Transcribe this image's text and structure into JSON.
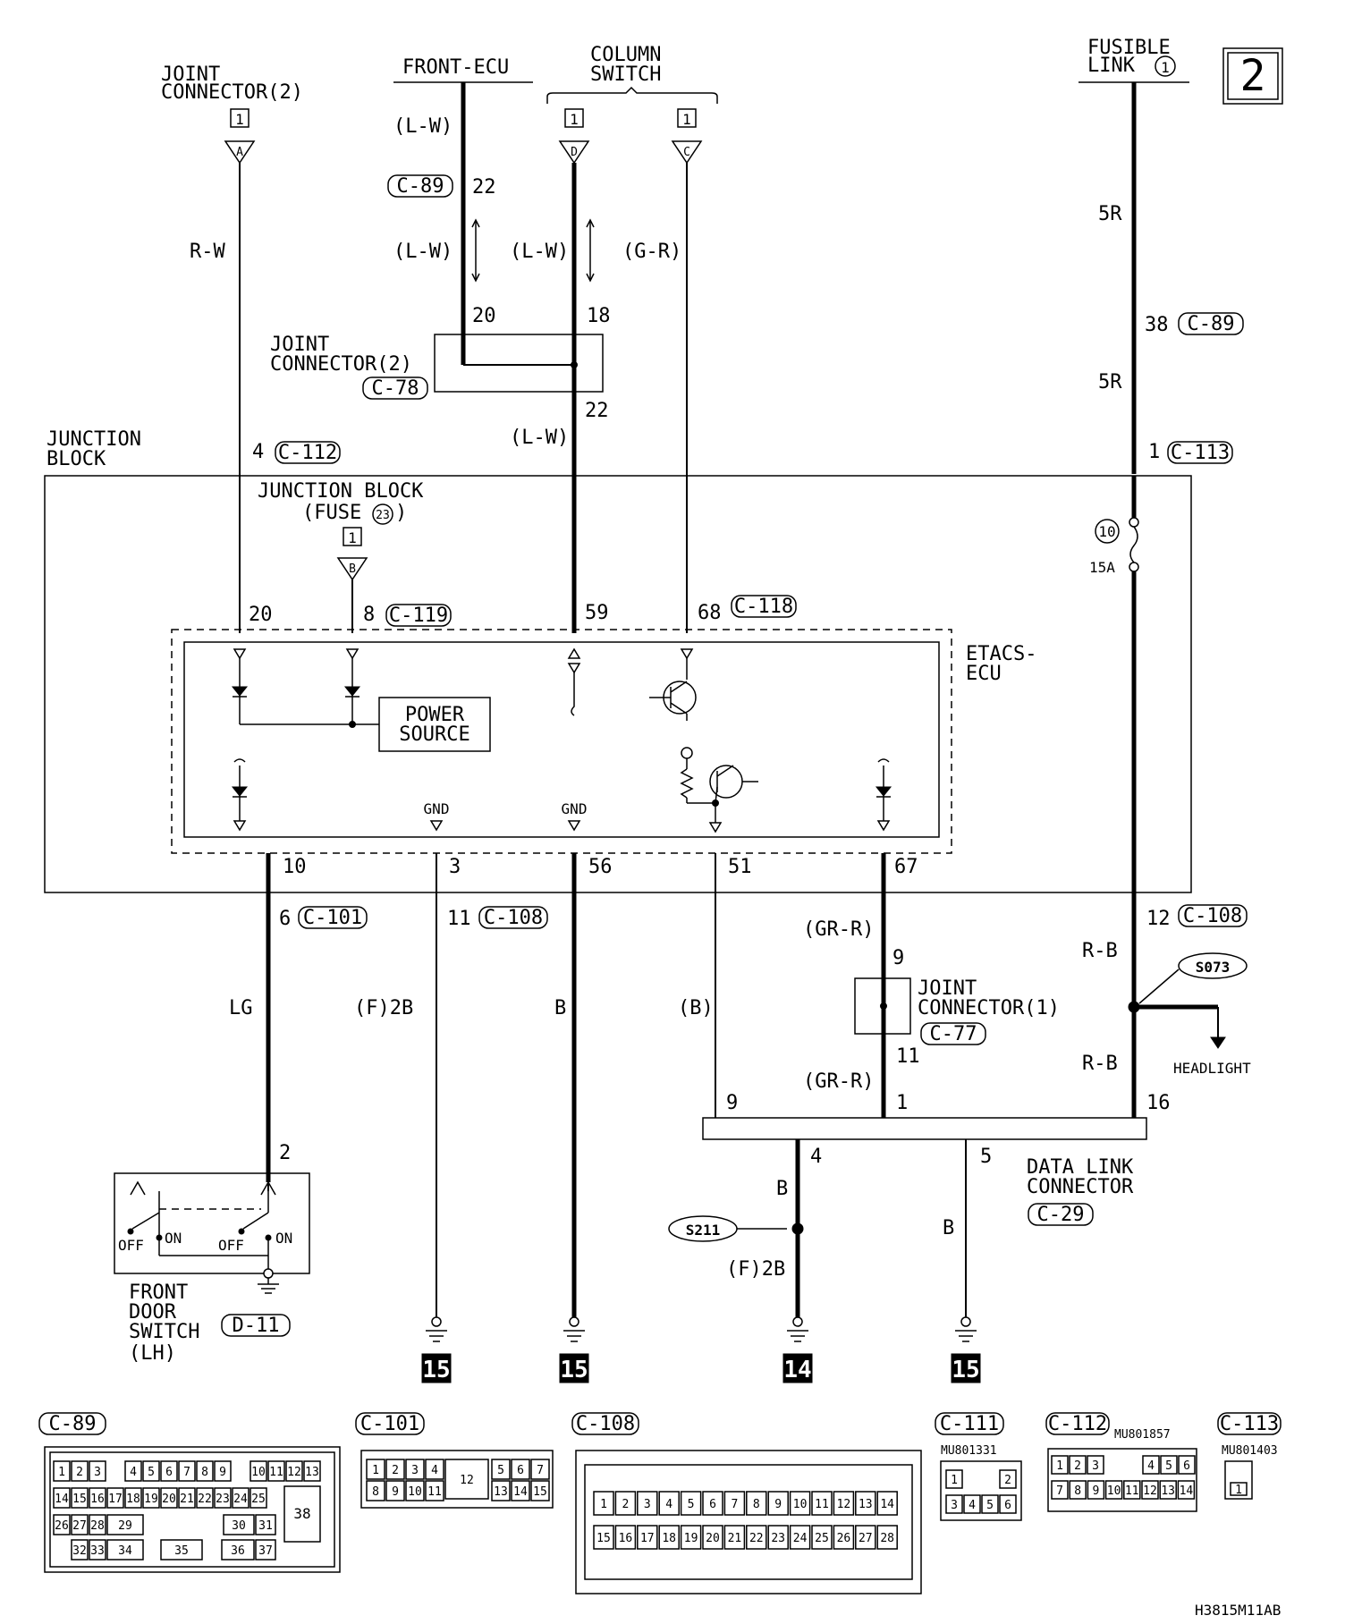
{
  "page_number": "2",
  "drawing_code": "H3815M11AB",
  "top_labels": {
    "joint_connector_2": [
      "JOINT",
      "CONNECTOR(2)"
    ],
    "front_ecu": "FRONT-ECU",
    "column_switch": [
      "COLUMN",
      "SWITCH"
    ],
    "fusible_link": [
      "FUSIBLE",
      "LINK"
    ],
    "fusible_link_num": "1"
  },
  "page_refs": {
    "a": "1",
    "d": "1",
    "c": "1",
    "b": "1"
  },
  "inputs": {
    "a": "A",
    "d": "D",
    "c": "C",
    "b": "B"
  },
  "wires": {
    "rw": "R-W",
    "lw1": "(L-W)",
    "lw2": "(L-W)",
    "lw3": "(L-W)",
    "gr": "(G-R)",
    "lw4": "(L-W)",
    "r5a": "5R",
    "r5b": "5R",
    "lg": "LG",
    "f2b1": "(F)2B",
    "b1": "B",
    "b2": "(B)",
    "grr1": "(GR-R)",
    "grr2": "(GR-R)",
    "rb1": "R-B",
    "rb2": "R-B",
    "b3": "B",
    "f2b2": "(F)2B",
    "b4": "B"
  },
  "connectors": {
    "c89": "C-89",
    "c78": "C-78",
    "c112": "C-112",
    "c113": "C-113",
    "c119": "C-119",
    "c118": "C-118",
    "c101": "C-101",
    "c108a": "C-108",
    "c108b": "C-108",
    "c77": "C-77",
    "c29": "C-29",
    "d11": "D-11",
    "c89b": "C-89"
  },
  "pins": {
    "p22a": "22",
    "p20a": "20",
    "p18": "18",
    "p22b": "22",
    "p38": "38",
    "p4": "4",
    "p1": "1",
    "p20b": "20",
    "p8": "8",
    "p59": "59",
    "p68": "68",
    "p10": "10",
    "p3": "3",
    "p56": "56",
    "p51": "51",
    "p67": "67",
    "p6": "6",
    "p11a": "11",
    "p12": "12",
    "p9a": "9",
    "p11b": "11",
    "p9b": "9",
    "p1b": "1",
    "p16": "16",
    "p4b": "4",
    "p5": "5",
    "p2": "2"
  },
  "blocks": {
    "joint_conn_2": [
      "JOINT",
      "CONNECTOR(2)"
    ],
    "junction_block_outer": [
      "JUNCTION",
      "BLOCK"
    ],
    "junction_block_fuse": [
      "JUNCTION BLOCK",
      "(FUSE"
    ],
    "fuse_num": "23",
    "etacs": [
      "ETACS-",
      "ECU"
    ],
    "power_source": [
      "POWER",
      "SOURCE"
    ],
    "gnd1": "GND",
    "gnd2": "GND",
    "fuse10_num": "10",
    "fuse10_rating": "15A",
    "joint_conn_1": [
      "JOINT",
      "CONNECTOR(1)"
    ],
    "headlight": "HEADLIGHT",
    "splice_s073": "S073",
    "splice_s211": "S211",
    "data_link": [
      "DATA LINK",
      "CONNECTOR"
    ],
    "front_door": [
      "FRONT",
      "DOOR",
      "SWITCH",
      "(LH)"
    ],
    "off1": "OFF",
    "on1": "ON",
    "off2": "OFF",
    "on2": "ON"
  },
  "ground_refs": [
    "15",
    "15",
    "14",
    "15"
  ],
  "connector_views": {
    "c89": {
      "label": "C-89",
      "pins": [
        "1",
        "2",
        "3",
        "4",
        "5",
        "6",
        "7",
        "8",
        "9",
        "10",
        "11",
        "12",
        "13",
        "14",
        "15",
        "16",
        "17",
        "18",
        "19",
        "20",
        "21",
        "22",
        "23",
        "24",
        "25",
        "26",
        "27",
        "28",
        "29",
        "30",
        "31",
        "32",
        "33",
        "34",
        "35",
        "36",
        "37",
        "38"
      ]
    },
    "c101": {
      "label": "C-101",
      "pins": [
        "1",
        "2",
        "3",
        "4",
        "12",
        "5",
        "6",
        "7",
        "8",
        "9",
        "10",
        "11",
        "13",
        "14",
        "15"
      ]
    },
    "c108": {
      "label": "C-108",
      "pins": [
        "1",
        "2",
        "3",
        "4",
        "5",
        "6",
        "7",
        "8",
        "9",
        "10",
        "11",
        "12",
        "13",
        "14",
        "15",
        "16",
        "17",
        "18",
        "19",
        "20",
        "21",
        "22",
        "23",
        "24",
        "25",
        "26",
        "27",
        "28"
      ]
    },
    "c111": {
      "label": "C-111",
      "part": "MU801331",
      "pins": [
        "1",
        "2",
        "3",
        "4",
        "5",
        "6"
      ]
    },
    "c112": {
      "label": "C-112",
      "part": "MU801857",
      "pins": [
        "1",
        "2",
        "3",
        "4",
        "5",
        "6",
        "7",
        "8",
        "9",
        "10",
        "11",
        "12",
        "13",
        "14"
      ]
    },
    "c113": {
      "label": "C-113",
      "part": "MU801403",
      "pins": [
        "1"
      ]
    }
  }
}
